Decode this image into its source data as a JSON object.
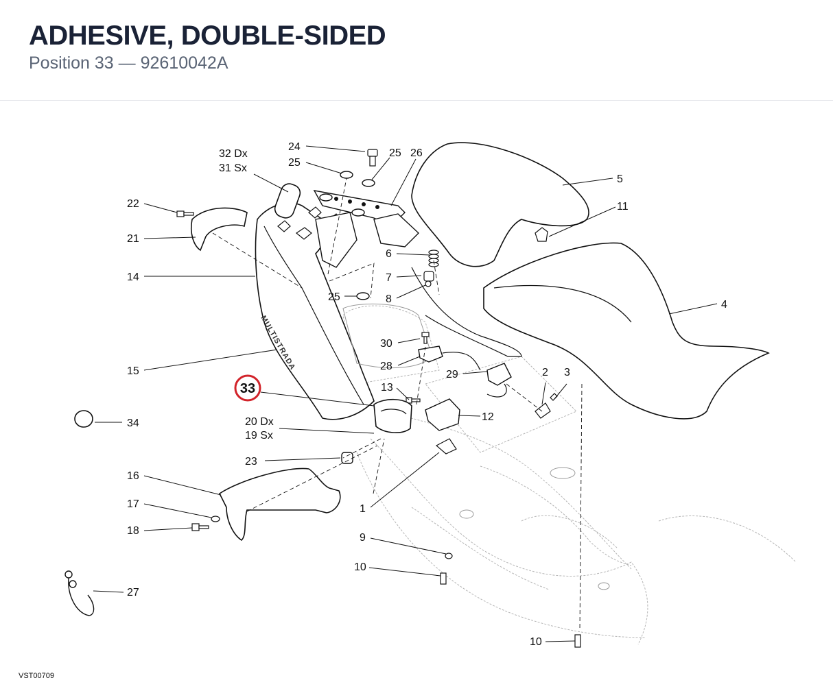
{
  "header": {
    "title": "ADHESIVE, DOUBLE-SIDED",
    "subtitle": "Position 33 — 92610042A"
  },
  "highlight": {
    "label": "33",
    "color": "#d2232a"
  },
  "callouts": {
    "c24": "24",
    "c25a": "25",
    "c25b": "25",
    "c26": "26",
    "c32": "32 Dx",
    "c31": "31 Sx",
    "c22": "22",
    "c21": "21",
    "c14": "14",
    "c15": "15",
    "c5": "5",
    "c11": "11",
    "c6": "6",
    "c7": "7",
    "c8": "8",
    "c25c": "25",
    "c4": "4",
    "c30": "30",
    "c28": "28",
    "c29": "29",
    "c2": "2",
    "c3": "3",
    "c13": "13",
    "c12": "12",
    "c20": "20 Dx",
    "c19": "19 Sx",
    "c34": "34",
    "c23": "23",
    "c16": "16",
    "c17": "17",
    "c18": "18",
    "c1": "1",
    "c9": "9",
    "c10a": "10",
    "c10b": "10",
    "c27": "27"
  },
  "decal_text": "MULTISTRADA",
  "footer": {
    "code": "VST00709"
  }
}
